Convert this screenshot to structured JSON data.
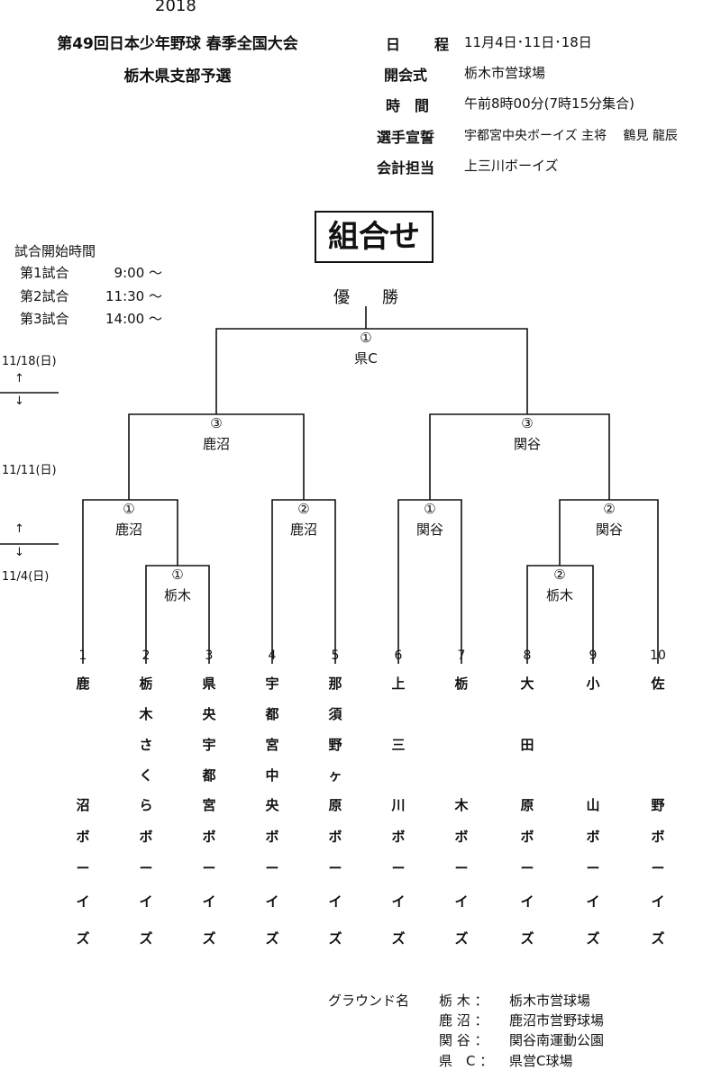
{
  "year": "2018",
  "title_line1": "第49回日本少年野球 春季全国大会",
  "title_line2": "栃木県支部予選",
  "info": [
    {
      "label": "日　程",
      "value": "11月4日･11日･18日"
    },
    {
      "label": "開会式",
      "value": "栃木市営球場"
    },
    {
      "label": "時　間",
      "value": "午前8時00分(7時15分集合)"
    },
    {
      "label": "選手宣誓",
      "value": "宇都宮中央ボーイズ 主将　 鶴見 龍辰"
    },
    {
      "label": "会計担当",
      "value": "上三川ボーイズ"
    }
  ],
  "heading": "組合せ",
  "champion_label": "優　　勝",
  "start_times": {
    "title": "試合開始時間",
    "rows": [
      {
        "game": "第1試合",
        "time": "9:00 ～"
      },
      {
        "game": "第2試合",
        "time": "11:30 ～"
      },
      {
        "game": "第3試合",
        "time": "14:00 ～"
      }
    ]
  },
  "dates": {
    "final": "11/18(日)",
    "semi": "11/11(日)",
    "first": "11/4(日)",
    "up": "↑",
    "down": "↓"
  },
  "games": [
    {
      "no": "①",
      "venue": "県C"
    },
    {
      "no": "③",
      "venue": "鹿沼"
    },
    {
      "no": "③",
      "venue": "関谷"
    },
    {
      "no": "①",
      "venue": "鹿沼"
    },
    {
      "no": "②",
      "venue": "鹿沼"
    },
    {
      "no": "①",
      "venue": "関谷"
    },
    {
      "no": "②",
      "venue": "関谷"
    },
    {
      "no": "①",
      "venue": "栃木"
    },
    {
      "no": "②",
      "venue": "栃木"
    }
  ],
  "teams": [
    {
      "num": "1",
      "chars": [
        "鹿",
        "",
        "",
        "",
        "沼",
        "ボ",
        "ー",
        "イ",
        "ズ"
      ]
    },
    {
      "num": "2",
      "chars": [
        "栃",
        "木",
        "さ",
        "く",
        "ら",
        "ボ",
        "ー",
        "イ",
        "ズ"
      ]
    },
    {
      "num": "3",
      "chars": [
        "県",
        "央",
        "宇",
        "都",
        "宮",
        "ボ",
        "ー",
        "イ",
        "ズ"
      ]
    },
    {
      "num": "4",
      "chars": [
        "宇",
        "都",
        "宮",
        "中",
        "央",
        "ボ",
        "ー",
        "イ",
        "ズ"
      ]
    },
    {
      "num": "5",
      "chars": [
        "那",
        "須",
        "野",
        "ヶ",
        "原",
        "ボ",
        "ー",
        "イ",
        "ズ"
      ]
    },
    {
      "num": "6",
      "chars": [
        "上",
        "",
        "三",
        "",
        "川",
        "ボ",
        "ー",
        "イ",
        "ズ"
      ]
    },
    {
      "num": "7",
      "chars": [
        "栃",
        "",
        "",
        "",
        "木",
        "ボ",
        "ー",
        "イ",
        "ズ"
      ]
    },
    {
      "num": "8",
      "chars": [
        "大",
        "",
        "田",
        "",
        "原",
        "ボ",
        "ー",
        "イ",
        "ズ"
      ]
    },
    {
      "num": "9",
      "chars": [
        "小",
        "",
        "",
        "",
        "山",
        "ボ",
        "ー",
        "イ",
        "ズ"
      ]
    },
    {
      "num": "10",
      "chars": [
        "佐",
        "",
        "",
        "",
        "野",
        "ボ",
        "ー",
        "イ",
        "ズ"
      ]
    }
  ],
  "grounds": {
    "title": "グラウンド名",
    "rows": [
      {
        "short": "栃 木 ：",
        "name": "栃木市営球場"
      },
      {
        "short": "鹿 沼 ：",
        "name": "鹿沼市営野球場"
      },
      {
        "short": "関 谷 ：",
        "name": "関谷南運動公園"
      },
      {
        "short": "県　C ：",
        "name": "県営C球場"
      }
    ]
  }
}
